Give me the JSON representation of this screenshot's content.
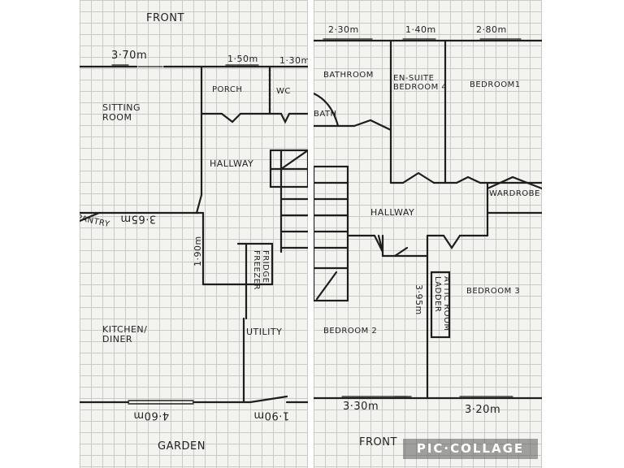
{
  "left_panel": {
    "front_label": "FRONT",
    "garden_label": "GARDEN",
    "rooms": {
      "sitting_room_line1": "SITTING",
      "sitting_room_line2": "ROOM",
      "porch": "PORCH",
      "wc": "WC",
      "hallway": "HALLWAY",
      "pantry": "PANTRY",
      "fridge_freezer_line1": "FRIDGE",
      "fridge_freezer_line2": "FREEZER",
      "kitchen_line1": "KITCHEN/",
      "kitchen_line2": "DINER",
      "utility": "UTILITY"
    },
    "dimensions": {
      "sitting_width": "3·70m",
      "porch_width": "1·50m",
      "wc_width": "1·30m",
      "sitting_depth": "3·65m",
      "hall_width": "1·90m",
      "kitchen_width": "4·60m",
      "utility_width": "1·90m"
    }
  },
  "right_panel": {
    "front_label": "FRONT",
    "rooms": {
      "bathroom": "BATHROOM",
      "bath": "BATH",
      "ensuite_line1": "EN-SUITE",
      "ensuite_line2": "BEDROOM 4",
      "bedroom1": "BEDROOM1",
      "wardrobe": "WARDROBE",
      "hallway": "HALLWAY",
      "attic_line1": "ATTIC ROOM",
      "attic_line2": "LADDER",
      "bedroom2": "BEDROOM 2",
      "bedroom3": "BEDROOM 3"
    },
    "dimensions": {
      "bath_width": "2·30m",
      "ensuite_width": "1·40m",
      "bed1_width": "2·80m",
      "bed2_depth": "3·95m",
      "bed2_width": "3·30m",
      "bed3_width": "3·20m"
    }
  },
  "watermark": "PIC·COLLAGE"
}
